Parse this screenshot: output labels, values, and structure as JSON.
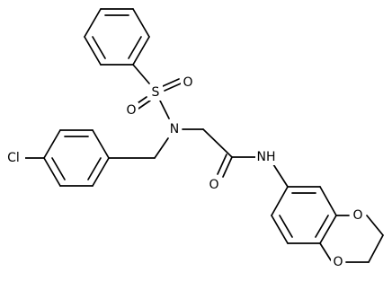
{
  "atoms": {
    "sulfur": "S",
    "sulfonyl_oxygen_1": "O",
    "sulfonyl_oxygen_2": "O",
    "sulfonamide_nitrogen": "N",
    "chlorine": "Cl",
    "carbonyl_oxygen": "O",
    "amide_nitrogen": "NH",
    "dioxane_oxygen_1": "O",
    "dioxane_oxygen_2": "O"
  }
}
